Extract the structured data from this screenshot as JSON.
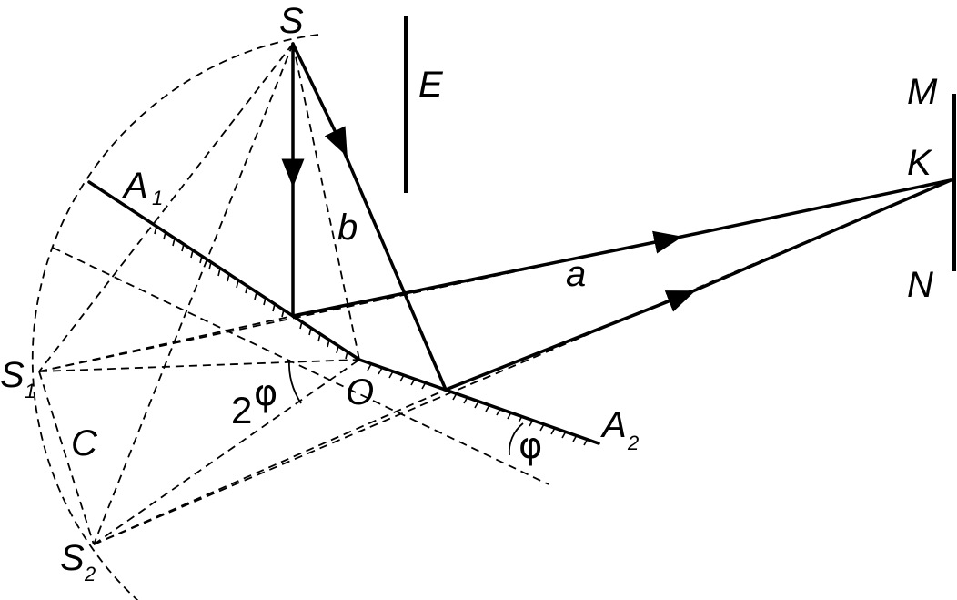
{
  "labels": {
    "S": "S",
    "E": "E",
    "M": "M",
    "K": "K",
    "N": "N",
    "A1": "A",
    "A1_sub": "1",
    "A2": "A",
    "A2_sub": "2",
    "b": "b",
    "a": "a",
    "O": "O",
    "S1": "S",
    "S1_sub": "1",
    "S2": "S",
    "S2_sub": "2",
    "C": "C",
    "two": "2",
    "phi_big": "φ",
    "phi_small": "φ"
  }
}
